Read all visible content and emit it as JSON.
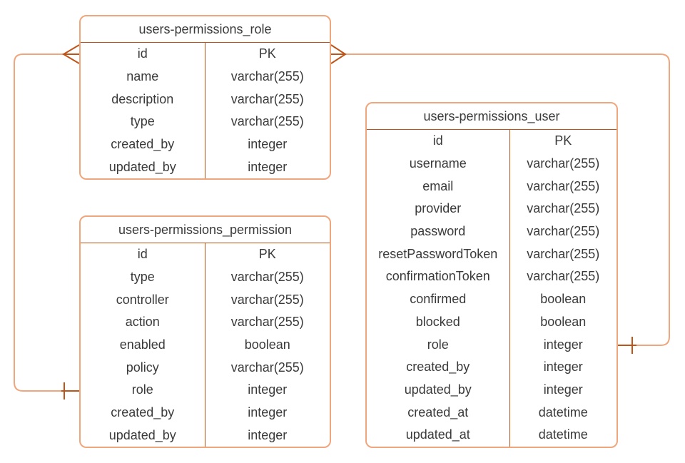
{
  "diagram": {
    "type": "entity-relationship",
    "colors": {
      "table_border": "#F0A67D",
      "divider": "#BE5418",
      "connector": "#F0A67D",
      "connector_marker": "#BE5418",
      "text": "#3A3A3A",
      "background": "#FFFFFF"
    },
    "tables": [
      {
        "title": "users-permissions_role",
        "fields": [
          {
            "name": "id",
            "type": "PK"
          },
          {
            "name": "name",
            "type": "varchar(255)"
          },
          {
            "name": "description",
            "type": "varchar(255)"
          },
          {
            "name": "type",
            "type": "varchar(255)"
          },
          {
            "name": "created_by",
            "type": "integer"
          },
          {
            "name": "updated_by",
            "type": "integer"
          }
        ]
      },
      {
        "title": "users-permissions_permission",
        "fields": [
          {
            "name": "id",
            "type": "PK"
          },
          {
            "name": "type",
            "type": "varchar(255)"
          },
          {
            "name": "controller",
            "type": "varchar(255)"
          },
          {
            "name": "action",
            "type": "varchar(255)"
          },
          {
            "name": "enabled",
            "type": "boolean"
          },
          {
            "name": "policy",
            "type": "varchar(255)"
          },
          {
            "name": "role",
            "type": "integer"
          },
          {
            "name": "created_by",
            "type": "integer"
          },
          {
            "name": "updated_by",
            "type": "integer"
          }
        ]
      },
      {
        "title": "users-permissions_user",
        "fields": [
          {
            "name": "id",
            "type": "PK"
          },
          {
            "name": "username",
            "type": "varchar(255)"
          },
          {
            "name": "email",
            "type": "varchar(255)"
          },
          {
            "name": "provider",
            "type": "varchar(255)"
          },
          {
            "name": "password",
            "type": "varchar(255)"
          },
          {
            "name": "resetPasswordToken",
            "type": "varchar(255)"
          },
          {
            "name": "confirmationToken",
            "type": "varchar(255)"
          },
          {
            "name": "confirmed",
            "type": "boolean"
          },
          {
            "name": "blocked",
            "type": "boolean"
          },
          {
            "name": "role",
            "type": "integer"
          },
          {
            "name": "created_by",
            "type": "integer"
          },
          {
            "name": "updated_by",
            "type": "integer"
          },
          {
            "name": "created_at",
            "type": "datetime"
          },
          {
            "name": "updated_at",
            "type": "datetime"
          }
        ]
      }
    ],
    "relationships": [
      {
        "from_table": "users-permissions_role",
        "from_field": "id",
        "from_cardinality": "many",
        "to_table": "users-permissions_permission",
        "to_field": "role",
        "to_cardinality": "one"
      },
      {
        "from_table": "users-permissions_role",
        "from_field": "id",
        "from_cardinality": "many",
        "to_table": "users-permissions_user",
        "to_field": "role",
        "to_cardinality": "one"
      }
    ]
  }
}
